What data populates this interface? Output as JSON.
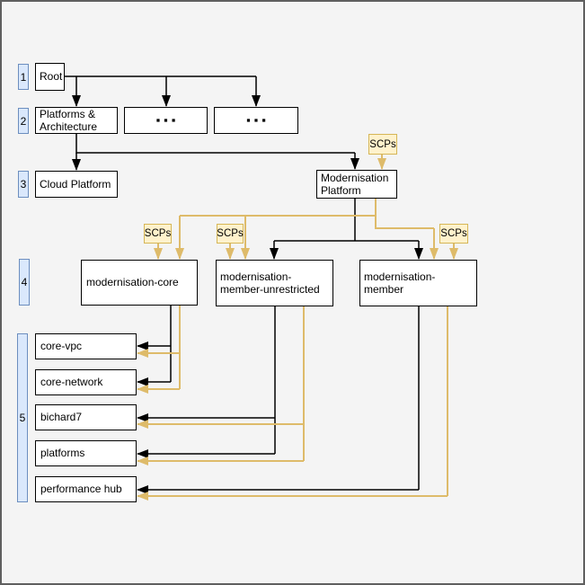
{
  "diagram": {
    "description_labels": {
      "scps_label": "SCPs"
    },
    "level_badges": [
      "1",
      "2",
      "3",
      "4",
      "5"
    ],
    "nodes": {
      "root": "Root",
      "platforms_architecture": "Platforms & Architecture",
      "ou_other_1": "▪▪▪",
      "ou_other_2": "▪▪▪",
      "cloud_platform": "Cloud Platform",
      "modernisation_platform": "Modernisation Platform",
      "modernisation_core": "modernisation-core",
      "modernisation_member_unrestricted": "modernisation-member-unrestricted",
      "modernisation_member": "modernisation-member",
      "accounts": [
        "core-vpc",
        "core-network",
        "bichard7",
        "platforms",
        "performance hub"
      ]
    },
    "colors": {
      "canvas": "#f4f4f4",
      "frame": "#5f5f5f",
      "node_fill": "#ffffff",
      "node_border": "#000000",
      "badge_fill": "#dae8fc",
      "badge_border": "#6c8ebf",
      "scp_fill": "#fff2cc",
      "scp_border": "#d6b656",
      "edge_hierarchy": "#000000",
      "edge_scp": "#debb6a"
    }
  }
}
